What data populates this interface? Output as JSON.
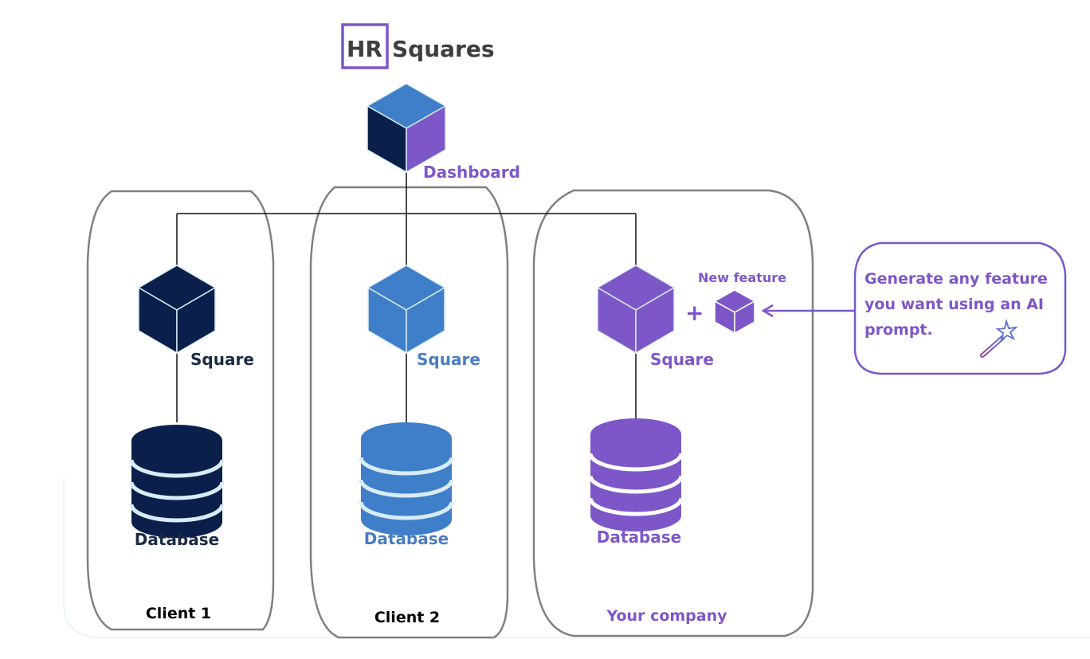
{
  "logo": {
    "hr_text": "HR",
    "name_text": "Squares"
  },
  "dashboard": {
    "label": "Dashboard"
  },
  "columns": [
    {
      "id": "client1",
      "group_label": "Client 1",
      "square_label": "Square",
      "database_label": "Database",
      "color": "#0a1f4a",
      "text_color": "#1b2a44",
      "group_text_color": "#000000"
    },
    {
      "id": "client2",
      "group_label": "Client 2",
      "square_label": "Square",
      "database_label": "Database",
      "color": "#3f7fca",
      "text_color": "#4a7cc0",
      "group_text_color": "#000000"
    },
    {
      "id": "company",
      "group_label": "Your company",
      "square_label": "Square",
      "database_label": "Database",
      "color": "#7d57c8",
      "text_color": "#7d57c8",
      "group_text_color": "#7d57c8"
    }
  ],
  "new_feature": {
    "label": "New feature",
    "plus_symbol": "+"
  },
  "callout": {
    "lines": [
      "Generate any feature",
      "you want using an AI",
      "prompt."
    ],
    "icon": "magic-wand-icon"
  },
  "colors": {
    "navy": "#0a1f4a",
    "blue": "#3f7fca",
    "purple": "#7d57c8",
    "outline": "#808080",
    "connector": "#111111",
    "highlight": "#d8ecf8"
  }
}
